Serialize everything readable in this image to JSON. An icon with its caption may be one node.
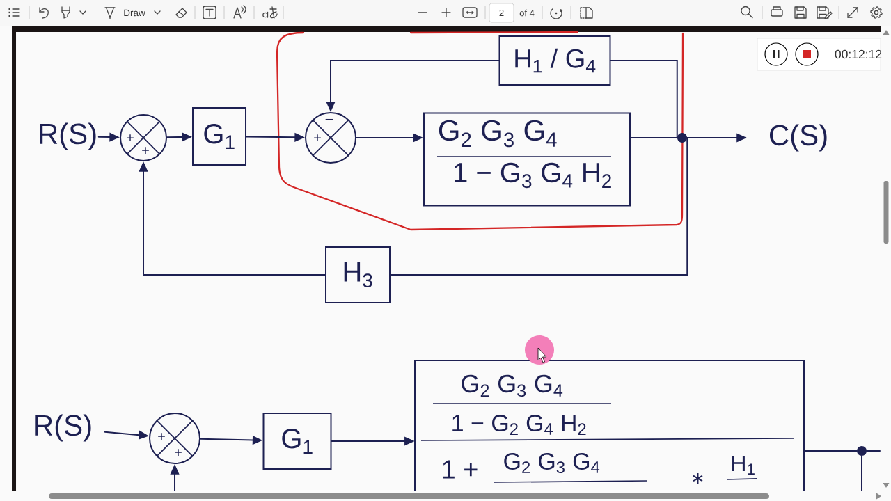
{
  "diagram": {
    "nodes": [
      {
        "text": [
          "R(S)"
        ]
      },
      {
        "text": [
          "+",
          "+"
        ]
      },
      {
        "text": [
          "G$_{1}$"
        ]
      },
      {
        "text": [],
        "shape": "box"
      },
      {
        "text": [
          "H$_{1}$ / G$_{4}$"
        ],
        "in": 3
      },
      {
        "text": [
          "−",
          "+"
        ],
        "in": 3
      },
      {
        "text": [
          "G$_{2}$ G$_{3}$ G$_{4}$",
          "1 − G$_{3}$ G$_{4}$ H$_{2}$"
        ],
        "in": 3
      },
      {
        "text": [],
        "shape": "circle"
      },
      {
        "text": [
          "C(S)"
        ]
      },
      {
        "text": [
          "H$_{3}$"
        ]
      },
      {
        "text": [
          "R(S)"
        ]
      },
      {
        "text": [
          "+",
          "+"
        ]
      },
      {
        "text": [
          "G$_{1}$"
        ]
      },
      {
        "text": [
          "G$_{2}$ G$_{3}$ G$_{4}$",
          "1 − G$_{2}$ G$_{4}$ H$_{2}$",
          "1 +",
          "G$_{2}$ G$_{3}$ G$_{4}$",
          "∗",
          "H$_{1}$"
        ]
      },
      {
        "text": [],
        "shape": "circle"
      }
    ],
    "edges": [
      {
        "from": 0,
        "to": 1,
        "arrow": "to"
      },
      {
        "from": 1,
        "to": 2,
        "arrow": "to"
      },
      {
        "from": 2,
        "to": 5,
        "arrow": "to"
      },
      {
        "from": 5,
        "to": 6,
        "arrow": "to"
      },
      {
        "from": 6,
        "to": 7,
        "arrow": "none"
      },
      {
        "from": 7,
        "to": 8,
        "arrow": "to"
      },
      {
        "from": 7,
        "to": 4,
        "arrow": "none"
      },
      {
        "from": 4,
        "to": 5,
        "arrow": "to"
      },
      {
        "from": 7,
        "to": 9,
        "arrow": "none"
      },
      {
        "from": 9,
        "to": 1,
        "arrow": "to"
      },
      {
        "from": 10,
        "to": 11,
        "arrow": "to"
      },
      {
        "from": 11,
        "to": 12,
        "arrow": "to"
      },
      {
        "from": 12,
        "to": 13,
        "arrow": "to"
      },
      {
        "from": 13,
        "to": 14,
        "arrow": "none"
      },
      {
        "from": 14,
        "to": null,
        "arrow": "none"
      },
      {
        "from": 14,
        "to": null,
        "arrow": "none"
      },
      {
        "from": null,
        "to": 11,
        "arrow": "to"
      }
    ],
    "labels": [
      "Draw",
      "2",
      "of 4",
      "00:12:12"
    ]
  }
}
